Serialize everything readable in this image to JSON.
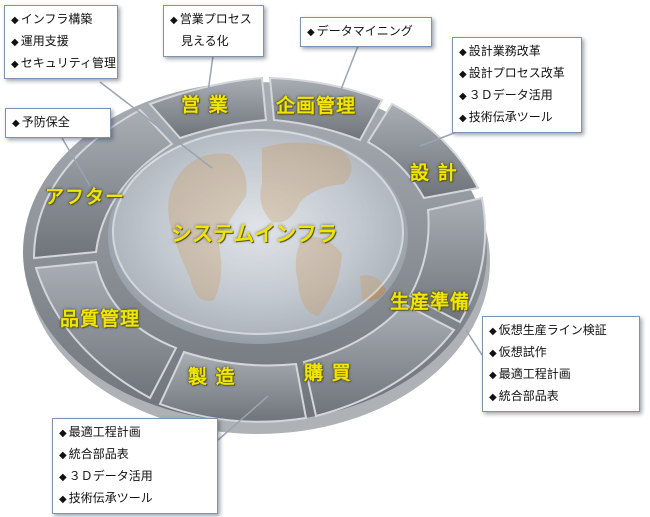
{
  "center": {
    "label": "システムインフラ"
  },
  "segments": {
    "eigyo": "営 業",
    "kikaku": "企画管理",
    "sekkei": "設 計",
    "seisan": "生産準備",
    "kobai": "購 買",
    "seizo": "製 造",
    "hinshitsu": "品質管理",
    "after": "アフター"
  },
  "callouts": {
    "infra": [
      "インフラ構築",
      "運用支援",
      "セキュリティ管理"
    ],
    "sales": [
      "営業プロセス",
      "見える化"
    ],
    "datamining": [
      "データマイニング"
    ],
    "design": [
      "設計業務改革",
      "設計プロセス改革",
      "３Ｄデータ活用",
      "技術伝承ツール"
    ],
    "prevent": [
      "予防保全"
    ],
    "production": [
      "仮想生産ライン検証",
      "仮想試作",
      "最適工程計画",
      "統合部品表"
    ],
    "manufacturing": [
      "最適工程計画",
      "統合部品表",
      "３Ｄデータ活用",
      "技術伝承ツール"
    ]
  },
  "colors": {
    "label": "#f2e600",
    "callout_border": "#7f93b0",
    "segment": "#8f949c",
    "leader": "#9aa4b2"
  }
}
